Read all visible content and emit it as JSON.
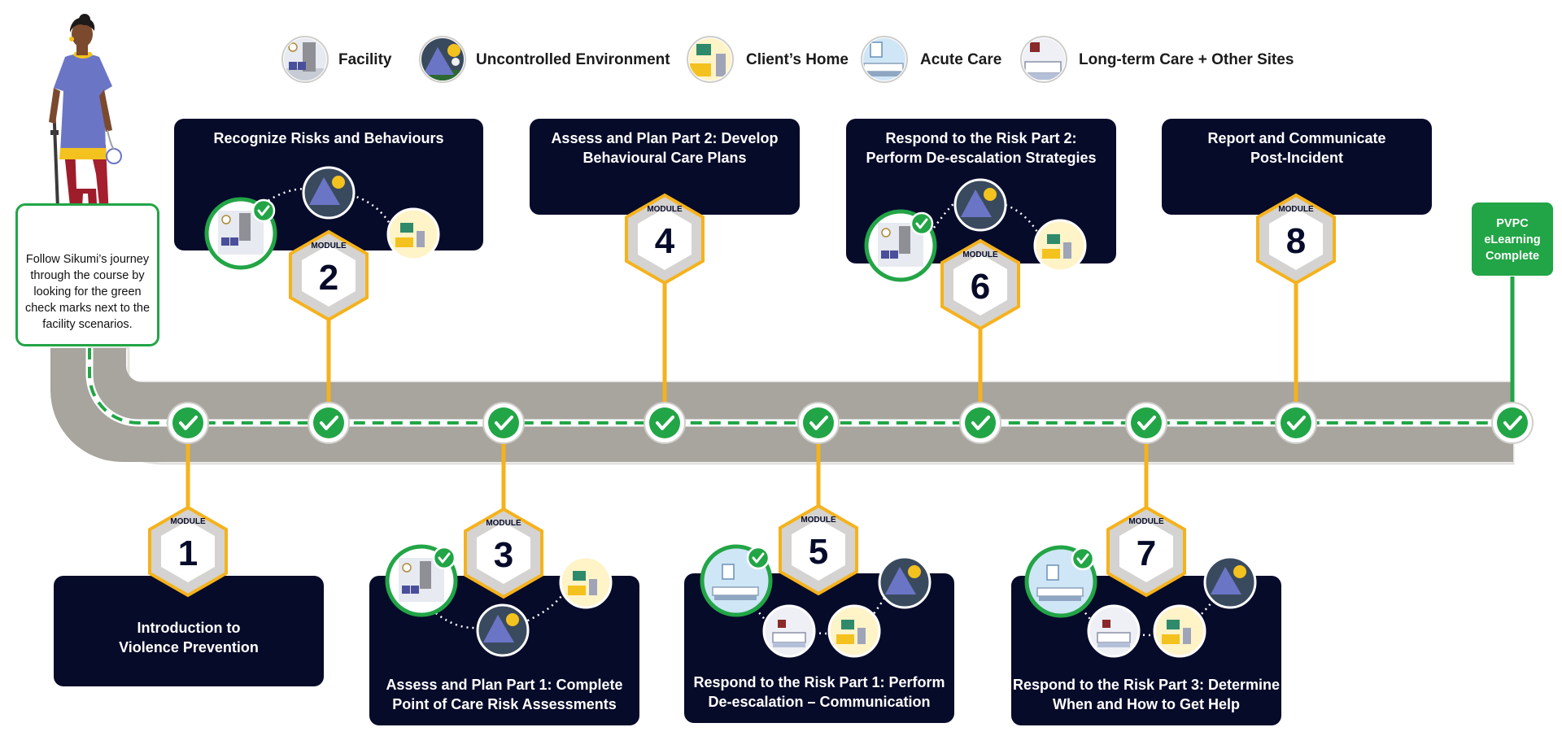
{
  "legend": [
    {
      "label": "Facility",
      "icon": "facility-scene-icon"
    },
    {
      "label": "Uncontrolled Environment",
      "icon": "tent-scene-icon"
    },
    {
      "label": "Client’s Home",
      "icon": "home-scene-icon"
    },
    {
      "label": "Acute Care",
      "icon": "acute-care-scene-icon"
    },
    {
      "label": "Long-term Care + Other Sites",
      "icon": "bedroom-scene-icon"
    }
  ],
  "guide_note": "Follow Sikumi’s journey through the course by looking for the green check marks next to the facility scenarios.",
  "hex_caption": "MODULE",
  "modules": [
    {
      "number": "1",
      "title": "Introduction to\nViolence Prevention"
    },
    {
      "number": "2",
      "title": "Recognize Risks and Behaviours"
    },
    {
      "number": "3",
      "title": "Assess and Plan Part 1: Complete\nPoint of Care Risk Assessments"
    },
    {
      "number": "4",
      "title": "Assess and Plan Part 2: Develop\nBehavioural Care Plans"
    },
    {
      "number": "5",
      "title": "Respond to the Risk Part 1: Perform\nDe-escalation – Communication"
    },
    {
      "number": "6",
      "title": "Respond to the Risk Part 2:\nPerform De-escalation Strategies"
    },
    {
      "number": "7",
      "title": "Respond to the Risk Part 3: Determine\nWhen and How to Get Help"
    },
    {
      "number": "8",
      "title": "Report and Communicate\nPost-Incident"
    }
  ],
  "completion": "PVPC\neLearning\nComplete",
  "colors": {
    "navy": "#070b2a",
    "gold": "#f5b21c",
    "green": "#22a546",
    "road": "#a8a49e",
    "hex_fill": "#d4d3d1"
  }
}
